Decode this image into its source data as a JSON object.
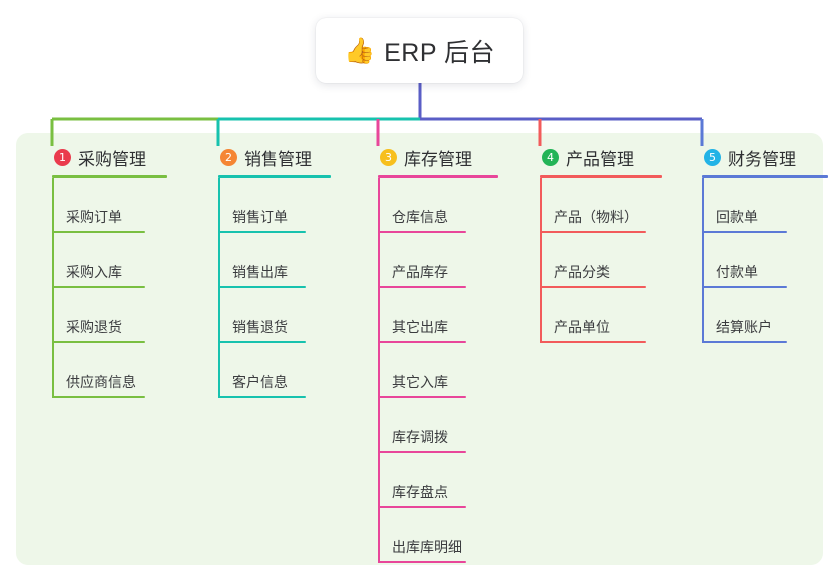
{
  "diagram": {
    "title": "ERP 后台",
    "title_icon": "thumbs-up-icon",
    "title_emoji": "👍",
    "panel_color": "#eef7e9",
    "root_connector_color": "#5a5ec6"
  },
  "columns": [
    {
      "index": "1",
      "title": "采购管理",
      "badge_color": "#ea3b4d",
      "line_color": "#79bf41",
      "connector_color": "#79bf41",
      "items": [
        {
          "label": "采购订单"
        },
        {
          "label": "采购入库"
        },
        {
          "label": "采购退货"
        },
        {
          "label": "供应商信息"
        }
      ]
    },
    {
      "index": "2",
      "title": "销售管理",
      "badge_color": "#f58634",
      "line_color": "#17c2ae",
      "connector_color": "#17c2ae",
      "items": [
        {
          "label": "销售订单"
        },
        {
          "label": "销售出库"
        },
        {
          "label": "销售退货"
        },
        {
          "label": "客户信息"
        }
      ]
    },
    {
      "index": "3",
      "title": "库存管理",
      "badge_color": "#f7bf1d",
      "line_color": "#e8469a",
      "connector_color": "#e8469a",
      "items": [
        {
          "label": "仓库信息"
        },
        {
          "label": "产品库存"
        },
        {
          "label": "其它出库"
        },
        {
          "label": "其它入库"
        },
        {
          "label": "库存调拨"
        },
        {
          "label": "库存盘点"
        },
        {
          "label": "出库库明细"
        }
      ]
    },
    {
      "index": "4",
      "title": "产品管理",
      "badge_color": "#23b457",
      "line_color": "#f25b5b",
      "connector_color": "#f25b5b",
      "items": [
        {
          "label": "产品（物料）"
        },
        {
          "label": "产品分类"
        },
        {
          "label": "产品单位"
        }
      ]
    },
    {
      "index": "5",
      "title": "财务管理",
      "badge_color": "#22b3e6",
      "line_color": "#5b79d6",
      "connector_color": "#5b79d6",
      "items": [
        {
          "label": "回款单"
        },
        {
          "label": "付款单"
        },
        {
          "label": "结算账户"
        }
      ]
    }
  ]
}
